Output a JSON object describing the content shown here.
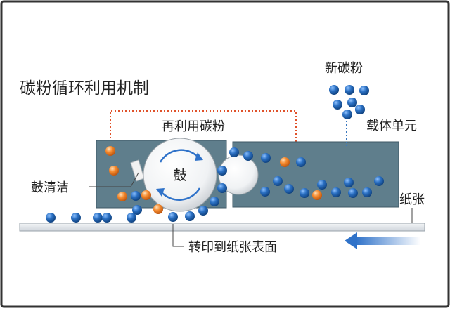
{
  "title": "碳粉循环利用机制",
  "labels": {
    "reuse_toner": "再利用碳粉",
    "new_toner": "新碳粉",
    "carrier_unit": "载体单元",
    "drum": "鼓",
    "drum_cleaning": "鼓清洁",
    "paper": "纸张",
    "transfer_surface": "转印到纸张表面"
  },
  "colors": {
    "housing": "#5f7e8c",
    "housing_stroke": "#3f5866",
    "blue_particle": "#1a5ea8",
    "orange_particle": "#f07e26",
    "reuse_path": "#e0522b",
    "supply_path": "#3a78bf",
    "paper": "#e6e9ec",
    "frame_border": "#333333",
    "arrow": "#2f72c9"
  },
  "icons": {
    "drum_rotation": "rotation-arrows-icon",
    "paper_direction": "left-arrow-icon"
  }
}
